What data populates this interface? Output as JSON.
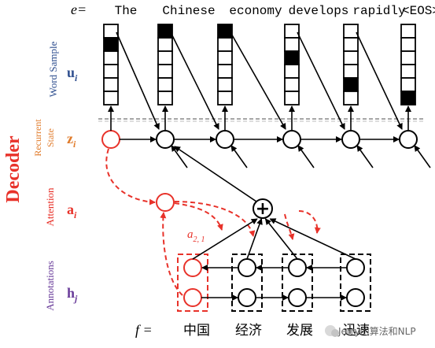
{
  "top_label": "e=",
  "words": [
    "The",
    "Chinese",
    "economy",
    "develops",
    "rapidly",
    "<EOS>"
  ],
  "decoder_label": "Decoder",
  "rows": {
    "word_sample": {
      "name": "Word Sample",
      "symbol": "u",
      "sub": "i"
    },
    "recurrent": {
      "line1": "Recurrent",
      "line2": "State",
      "symbol": "z",
      "sub": "i"
    },
    "attention": {
      "name": "Attention",
      "symbol": "a",
      "sub": "i"
    },
    "annotations": {
      "name": "Annotations",
      "symbol": "h",
      "sub": "j"
    }
  },
  "attention_weight_label": "a",
  "attention_weight_sub": "2, 1",
  "sum_symbol": "+",
  "bottom_label": "f =",
  "source_words": [
    "中国",
    "经济",
    "发展",
    "迅速"
  ],
  "watermark": "Jerry的算法和NLP",
  "colors": {
    "red": "#e8322a",
    "blue": "#2f4f8f",
    "orange": "#e07b2b",
    "purple": "#6a3d9a",
    "black": "#000000"
  },
  "highlight_cells": [
    1,
    0,
    0,
    2,
    4,
    5
  ]
}
